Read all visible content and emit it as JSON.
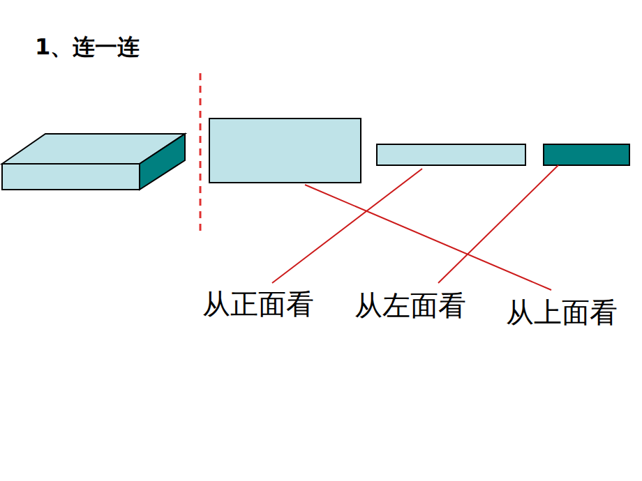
{
  "diagram": {
    "title": "1、连一连",
    "labels": [
      "从正面看",
      "从左面看",
      "从上面看"
    ]
  }
}
